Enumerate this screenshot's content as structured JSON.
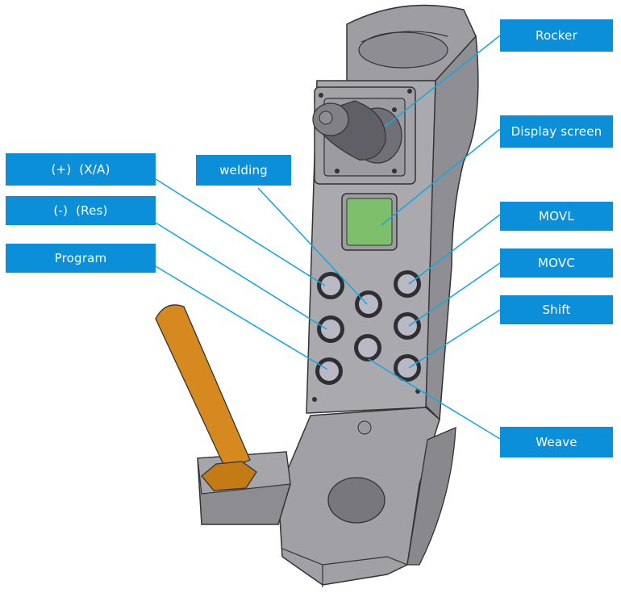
{
  "diagram": {
    "subject": "Teach pendant / handheld welding controller",
    "callout_color": "#0a8fd8",
    "leader_color": "#1aa7e0",
    "labels": {
      "rocker": "Rocker",
      "display_screen": "Display screen",
      "plus_xa": "(+)  (X/A)",
      "minus_res": "(-)  (Res)",
      "welding": "welding",
      "program": "Program",
      "movl": "MOVL",
      "movc": "MOVC",
      "shift": "Shift",
      "weave": "Weave"
    },
    "colors": {
      "body": "#a9a9ad",
      "body_dark": "#8b8b90",
      "screen": "#7dbf6a",
      "handle": "#d6891f",
      "button": "#b9b9c6"
    }
  }
}
